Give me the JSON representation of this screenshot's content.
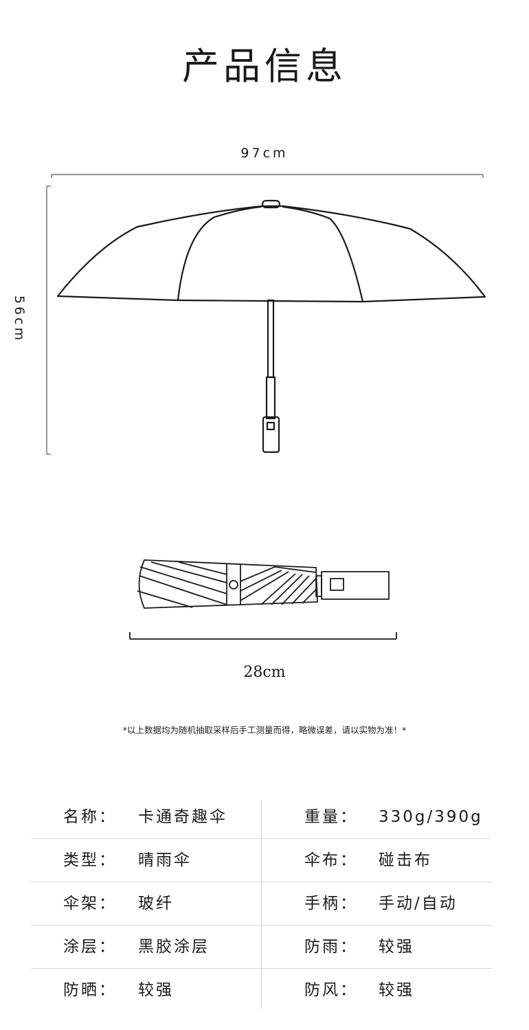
{
  "page": {
    "title": "产品信息",
    "dimensions": {
      "width": "97cm",
      "height": "56cm",
      "folded_length": "28cm"
    },
    "note": "*以上数据均为随机抽取采样后手工测量而得，略微误差，请以实物为准！*"
  },
  "specs": [
    {
      "label1": "名称：",
      "value1": "卡通奇趣伞",
      "label2": "重量：",
      "value2": "330g/390g"
    },
    {
      "label1": "类型：",
      "value1": "晴雨伞",
      "label2": "伞布：",
      "value2": "碰击布"
    },
    {
      "label1": "伞架：",
      "value1": "玻纤",
      "label2": "手柄：",
      "value2": "手动/自动"
    },
    {
      "label1": "涂层：",
      "value1": "黑胶涂层",
      "label2": "防雨：",
      "value2": "较强"
    },
    {
      "label1": "防晒：",
      "value1": "较强",
      "label2": "防风：",
      "value2": "较强"
    }
  ]
}
